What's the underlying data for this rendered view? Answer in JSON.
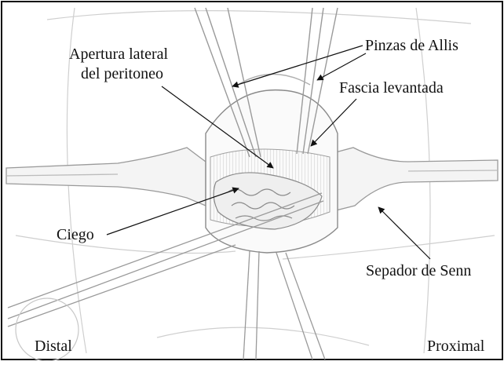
{
  "labels": {
    "apertura_line1": "Apertura lateral",
    "apertura_line2": "del peritoneo",
    "pinzas": "Pinzas de Allis",
    "fascia": "Fascia levantada",
    "ciego": "Ciego",
    "sepador": "Sepador de Senn",
    "distal": "Distal",
    "proximal": "Proximal"
  },
  "colors": {
    "frame": "#111111",
    "sketch": "#b8b8b8",
    "sketch_dark": "#8a8a8a",
    "text": "#111111"
  }
}
